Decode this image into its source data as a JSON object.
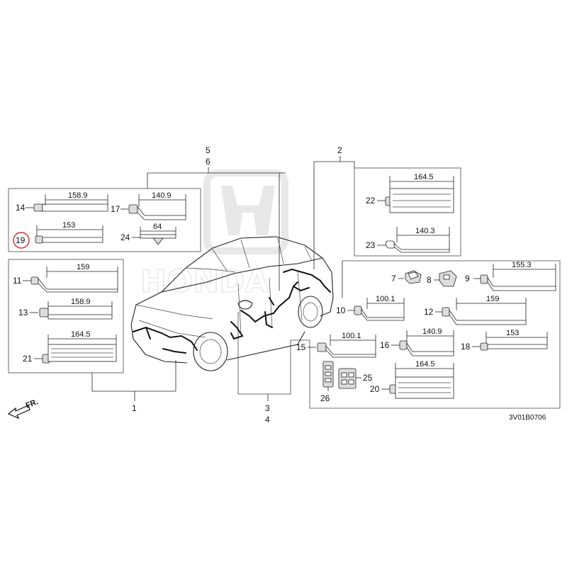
{
  "diagram_code": "3V01B0706",
  "front_indicator": "FR.",
  "callouts": {
    "c1": "1",
    "c2": "2",
    "c3": "3",
    "c4": "4",
    "c5": "5",
    "c6": "6",
    "c7": "7",
    "c8": "8",
    "c9": "9",
    "c10": "10",
    "c11": "11",
    "c12": "12",
    "c13": "13",
    "c14": "14",
    "c15": "15",
    "c16": "16",
    "c17": "17",
    "c18": "18",
    "c19": "19",
    "c20": "20",
    "c21": "21",
    "c22": "22",
    "c23": "23",
    "c24": "24",
    "c25": "25",
    "c26": "26"
  },
  "dimensions": {
    "d9": "155.3",
    "d10": "100.1",
    "d11": "159",
    "d12": "159",
    "d13": "158.9",
    "d14": "158.9",
    "d15": "100.1",
    "d16": "140.9",
    "d17": "140.9",
    "d18": "153",
    "d19": "153",
    "d20": "164.5",
    "d21": "164.5",
    "d22": "164.5",
    "d23": "140.3",
    "d24": "64"
  },
  "watermark": {
    "brand_text": "HONDA"
  },
  "highlight": {
    "part": "19",
    "color": "#d9262c"
  }
}
